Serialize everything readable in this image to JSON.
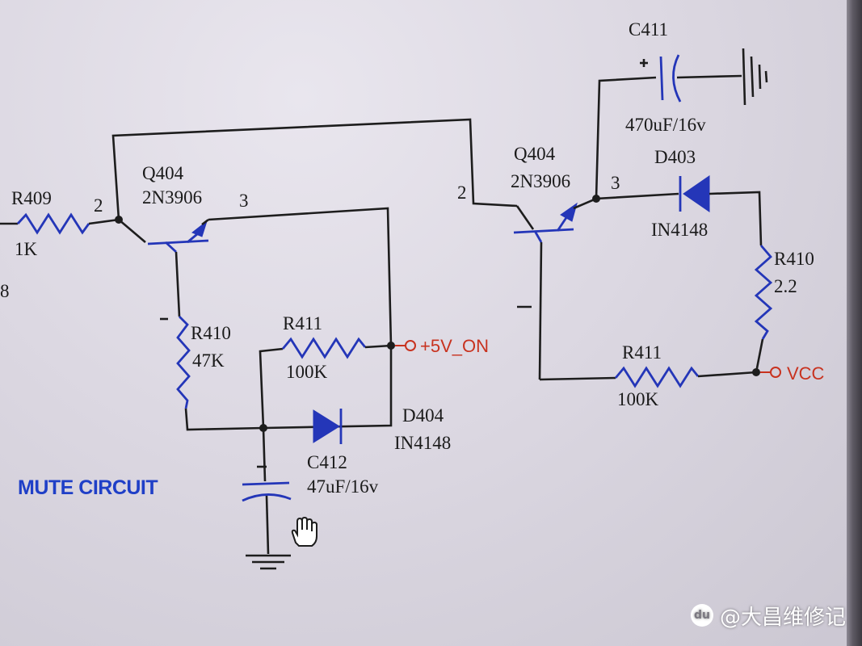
{
  "left": {
    "q_ref": "Q404",
    "q_part": "2N3906",
    "pin_base": "2",
    "pin_collector": "3",
    "r_in_ref": "R409",
    "r_in_val": "1K",
    "r_em_ref": "R410",
    "r_em_val": "47K",
    "r_fb_ref": "R411",
    "r_fb_val": "100K",
    "d_ref": "D404",
    "d_part": "IN4148",
    "c_ref": "C412",
    "c_val": "47uF/16v",
    "net_label": "+5V_ON",
    "partial_edge_text": "8"
  },
  "right": {
    "q_ref": "Q404",
    "q_part": "2N3906",
    "pin_base": "2",
    "pin_collector": "3",
    "c_ref": "C411",
    "c_val": "470uF/16v",
    "d_ref": "D403",
    "d_part": "IN4148",
    "r_em_ref": "R410",
    "r_em_val": "2.2",
    "r_fb_ref": "R411",
    "r_fb_val": "100K",
    "net_label": "VCC"
  },
  "title": "MUTE CIRCUIT",
  "watermark": {
    "icon": "du",
    "text": "@大昌维修记"
  },
  "colors": {
    "wire": "#1d1d1d",
    "component": "#2436b8",
    "net": "#c8321f",
    "title": "#1f3fc7"
  }
}
